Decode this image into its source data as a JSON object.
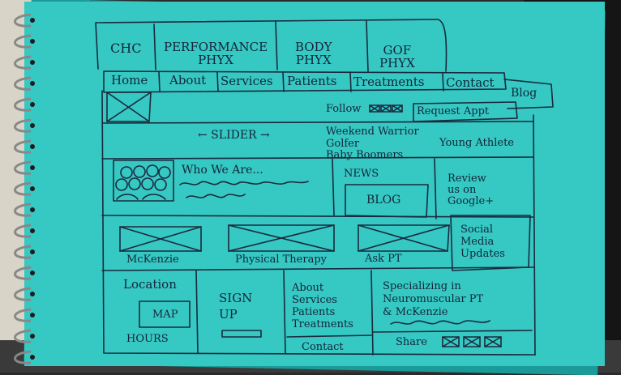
{
  "brands": [
    "CHC",
    "PERFORMANCE\nPHYX",
    "BODY\nPHYX",
    "GOF\nPHYX"
  ],
  "nav": [
    "Home",
    "About",
    "Services",
    "Patients",
    "Treatments",
    "Contact",
    "Blog"
  ],
  "follow_label": "Follow",
  "request_appt": "Request Appt",
  "slider_label": "← SLIDER →",
  "slider_items": [
    "Weekend Warrior",
    "Golfer",
    "Baby Boomers",
    "Young Athlete"
  ],
  "who_we_are": "Who We Are...",
  "news": "NEWS",
  "blog_box": "BLOG",
  "review": "Review\nus on\nGoogle+",
  "features": [
    "McKenzie",
    "Physical Therapy",
    "Ask PT"
  ],
  "social": "Social\nMedia\nUpdates",
  "location": "Location",
  "map": "MAP",
  "hours": "HOURS",
  "signup": "SIGN\nUP",
  "footer_links": "About\nServices\nPatients\nTreatments",
  "contact": "Contact",
  "specializing": "Specializing in\nNeuromuscular PT\n& McKenzie",
  "share": "Share"
}
